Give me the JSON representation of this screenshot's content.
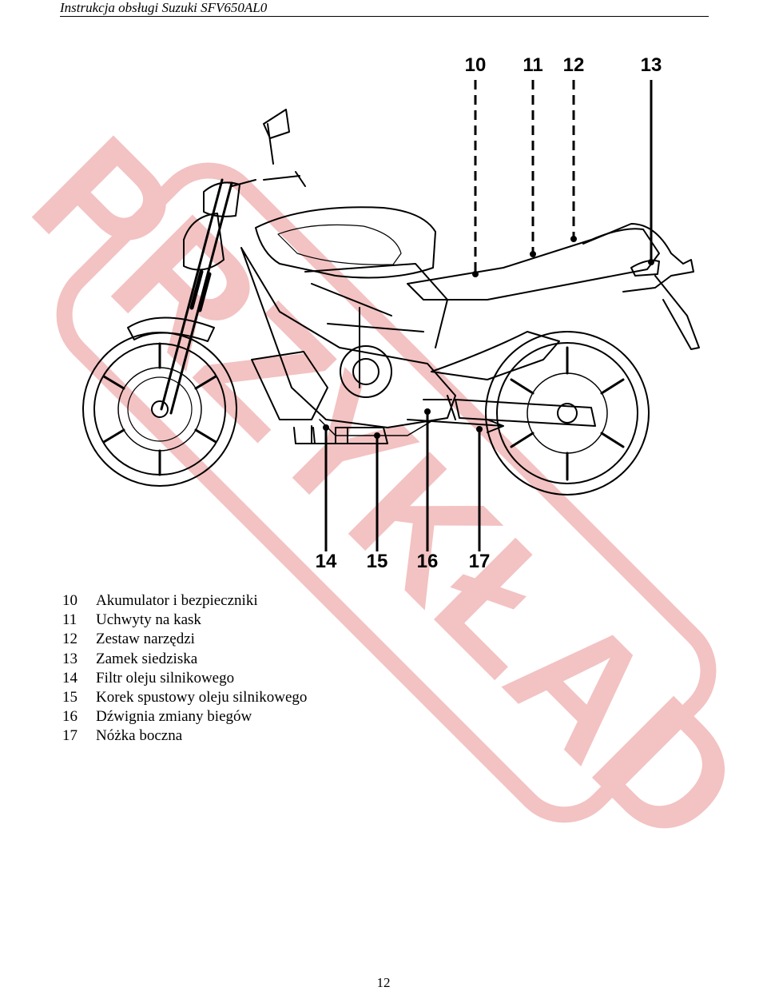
{
  "header": {
    "title": "Instrukcja obsługi Suzuki SFV650AL0"
  },
  "watermark": {
    "text": "PRZYKŁAD",
    "color": "#f3c2c2"
  },
  "figure": {
    "callouts_top": [
      "10",
      "11",
      "12",
      "13"
    ],
    "callouts_bottom": [
      "14",
      "15",
      "16",
      "17"
    ]
  },
  "legend": {
    "items": [
      {
        "num": "10",
        "label": "Akumulator i bezpieczniki"
      },
      {
        "num": "11",
        "label": "Uchwyty na kask"
      },
      {
        "num": "12",
        "label": "Zestaw narzędzi"
      },
      {
        "num": "13",
        "label": "Zamek siedziska"
      },
      {
        "num": "14",
        "label": "Filtr oleju silnikowego"
      },
      {
        "num": "15",
        "label": "Korek spustowy oleju silnikowego"
      },
      {
        "num": "16",
        "label": "Dźwignia zmiany biegów"
      },
      {
        "num": "17",
        "label": "Nóżka boczna"
      }
    ]
  },
  "footer": {
    "page_number": "12"
  }
}
